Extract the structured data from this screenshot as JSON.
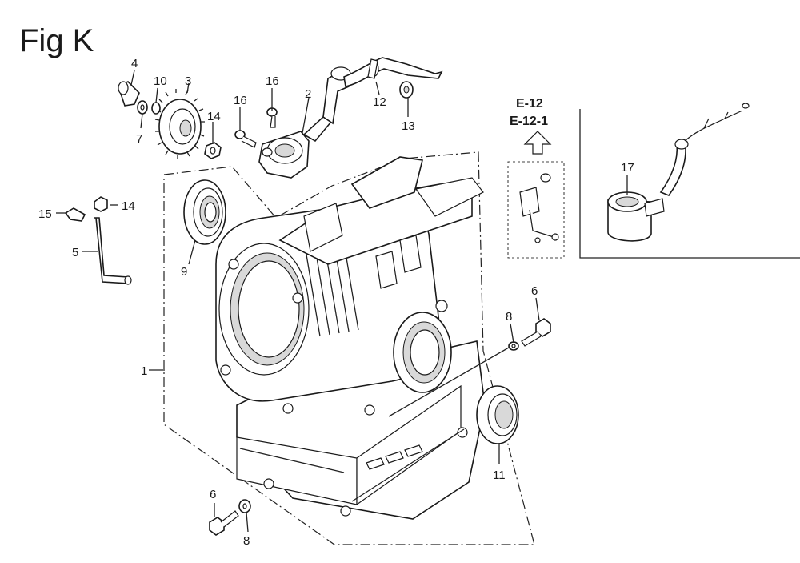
{
  "figure": {
    "title": "Fig K",
    "ref_main": "E-12",
    "ref_sub": "E-12-1"
  },
  "callouts": [
    {
      "id": "c1",
      "text": "1"
    },
    {
      "id": "c2",
      "text": "2"
    },
    {
      "id": "c3",
      "text": "3"
    },
    {
      "id": "c4",
      "text": "4"
    },
    {
      "id": "c5",
      "text": "5"
    },
    {
      "id": "c6a",
      "text": "6"
    },
    {
      "id": "c6b",
      "text": "6"
    },
    {
      "id": "c7",
      "text": "7"
    },
    {
      "id": "c8a",
      "text": "8"
    },
    {
      "id": "c8b",
      "text": "8"
    },
    {
      "id": "c9",
      "text": "9"
    },
    {
      "id": "c10",
      "text": "10"
    },
    {
      "id": "c11",
      "text": "11"
    },
    {
      "id": "c12",
      "text": "12"
    },
    {
      "id": "c13",
      "text": "13"
    },
    {
      "id": "c14a",
      "text": "14"
    },
    {
      "id": "c14b",
      "text": "14"
    },
    {
      "id": "c15",
      "text": "15"
    },
    {
      "id": "c16a",
      "text": "16"
    },
    {
      "id": "c16b",
      "text": "16"
    },
    {
      "id": "c17",
      "text": "17"
    }
  ],
  "colors": {
    "ink": "#1a1a1a",
    "background": "#ffffff",
    "shade": "#d9d9d9"
  }
}
